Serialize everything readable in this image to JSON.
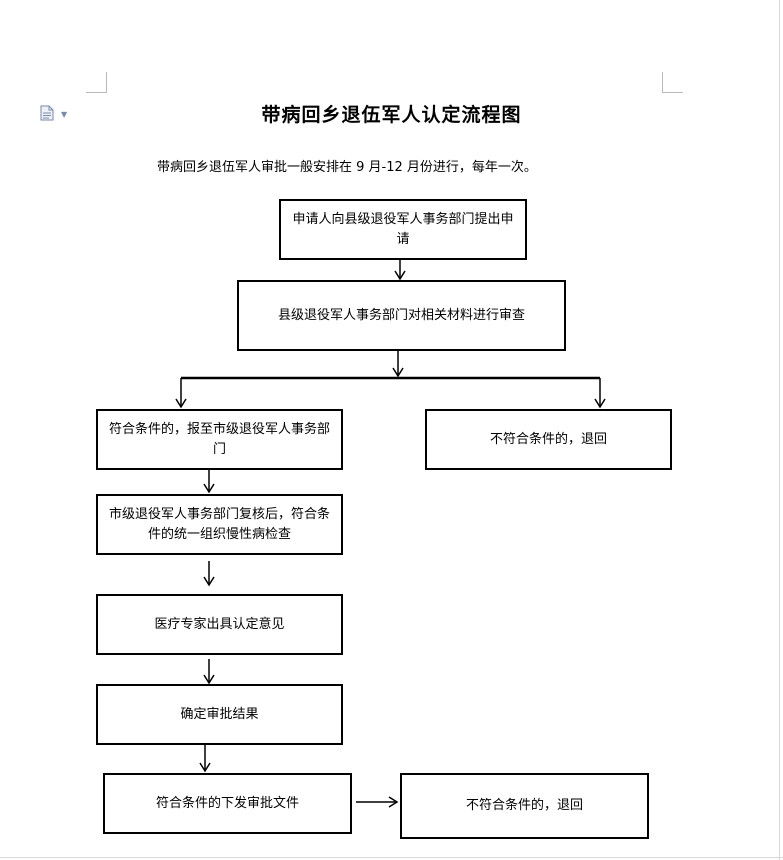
{
  "document": {
    "title": "带病回乡退伍军人认定流程图",
    "intro": "带病回乡退伍军人审批一般安排在 9 月-12 月份进行，每年一次。"
  },
  "flowchart": {
    "steps": [
      {
        "id": "apply",
        "text": "申请人向县级退役军人事务部门提出申请"
      },
      {
        "id": "county-review",
        "text": "县级退役军人事务部门对相关材料进行审查"
      },
      {
        "id": "qualified-report",
        "text": "符合条件的，报至市级退役军人事务部门"
      },
      {
        "id": "unqualified-return-1",
        "text": "不符合条件的，退回"
      },
      {
        "id": "city-recheck",
        "text": "市级退役军人事务部门复核后，符合条件的统一组织慢性病检查"
      },
      {
        "id": "expert-opinion",
        "text": "医疗专家出具认定意见"
      },
      {
        "id": "confirm-result",
        "text": "确定审批结果"
      },
      {
        "id": "issue-document",
        "text": "符合条件的下发审批文件"
      },
      {
        "id": "unqualified-return-2",
        "text": "不符合条件的，退回"
      }
    ]
  },
  "colors": {
    "box_border": "#000000",
    "connector": "#000000",
    "icon": "#7a8aa8"
  },
  "icons": {
    "document_menu": "document-icon"
  }
}
